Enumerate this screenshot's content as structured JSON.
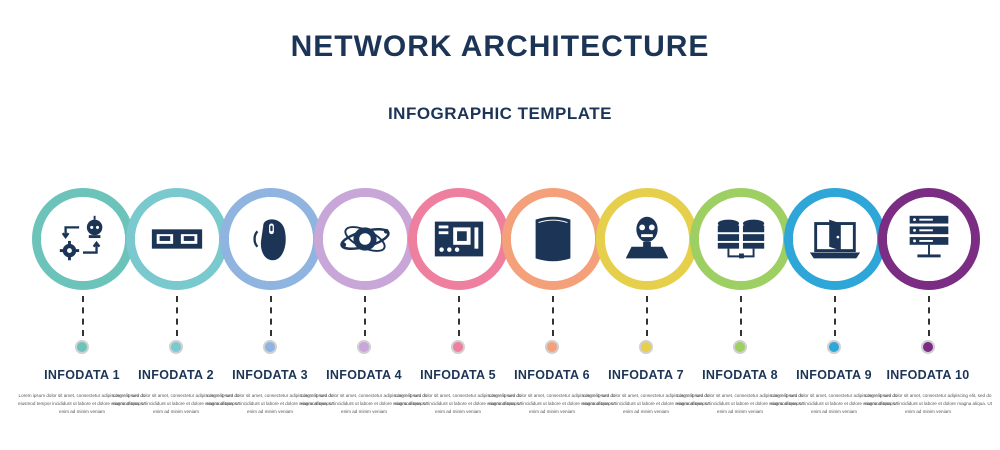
{
  "header": {
    "title": "NETWORK ARCHITECTURE",
    "subtitle": "INFOGRAPHIC TEMPLATE"
  },
  "stock_id": "520156133",
  "items": [
    {
      "label": "INFODATA 1",
      "color": "#6cc3b9",
      "icon": "robot-gear-cycle-icon",
      "desc": "Lorem ipsum dolor sit amet, consectetur adipiscing elit, sed do eiusmod tempor incididunt ut labore et dolore magna aliqua. Ut enim ad minim veniam"
    },
    {
      "label": "INFODATA 2",
      "color": "#79c9cf",
      "icon": "ethernet-ports-icon",
      "desc": "Lorem ipsum dolor sit amet, consectetur adipiscing elit, sed do eiusmod tempor incididunt ut labore et dolore magna aliqua. Ut enim ad minim veniam"
    },
    {
      "label": "INFODATA 3",
      "color": "#8fb4e0",
      "icon": "computer-mouse-icon",
      "desc": "Lorem ipsum dolor sit amet, consectetur adipiscing elit, sed do eiusmod tempor incididunt ut labore et dolore magna aliqua. Ut enim ad minim veniam"
    },
    {
      "label": "INFODATA 4",
      "color": "#c8a6d8",
      "icon": "planet-orbit-icon",
      "desc": "Lorem ipsum dolor sit amet, consectetur adipiscing elit, sed do eiusmod tempor incididunt ut labore et dolore magna aliqua. Ut enim ad minim veniam"
    },
    {
      "label": "INFODATA 5",
      "color": "#ef7f9e",
      "icon": "circuit-board-icon",
      "desc": "Lorem ipsum dolor sit amet, consectetur adipiscing elit, sed do eiusmod tempor incididunt ut labore et dolore magna aliqua. Ut enim ad minim veniam"
    },
    {
      "label": "INFODATA 6",
      "color": "#f4a07a",
      "icon": "cylinder-icon",
      "desc": "Lorem ipsum dolor sit amet, consectetur adipiscing elit, sed do eiusmod tempor incididunt ut labore et dolore magna aliqua. Ut enim ad minim veniam"
    },
    {
      "label": "INFODATA 7",
      "color": "#e6cf4a",
      "icon": "android-robot-icon",
      "desc": "Lorem ipsum dolor sit amet, consectetur adipiscing elit, sed do eiusmod tempor incididunt ut labore et dolore magna aliqua. Ut enim ad minim veniam"
    },
    {
      "label": "INFODATA 8",
      "color": "#9dcf63",
      "icon": "database-network-icon",
      "desc": "Lorem ipsum dolor sit amet, consectetur adipiscing elit, sed do eiusmod tempor incididunt ut labore et dolore magna aliqua. Ut enim ad minim veniam"
    },
    {
      "label": "INFODATA 9",
      "color": "#2ea6d8",
      "icon": "laptop-door-icon",
      "desc": "Lorem ipsum dolor sit amet, consectetur adipiscing elit, sed do eiusmod tempor incididunt ut labore et dolore magna aliqua. Ut enim ad minim veniam"
    },
    {
      "label": "INFODATA 10",
      "color": "#7a2d82",
      "icon": "server-rack-icon",
      "desc": "Lorem ipsum dolor sit amet, consectetur adipiscing elit, sed do eiusmod tempor incididunt ut labore et dolore magna aliqua. Ut enim ad minim veniam"
    }
  ]
}
